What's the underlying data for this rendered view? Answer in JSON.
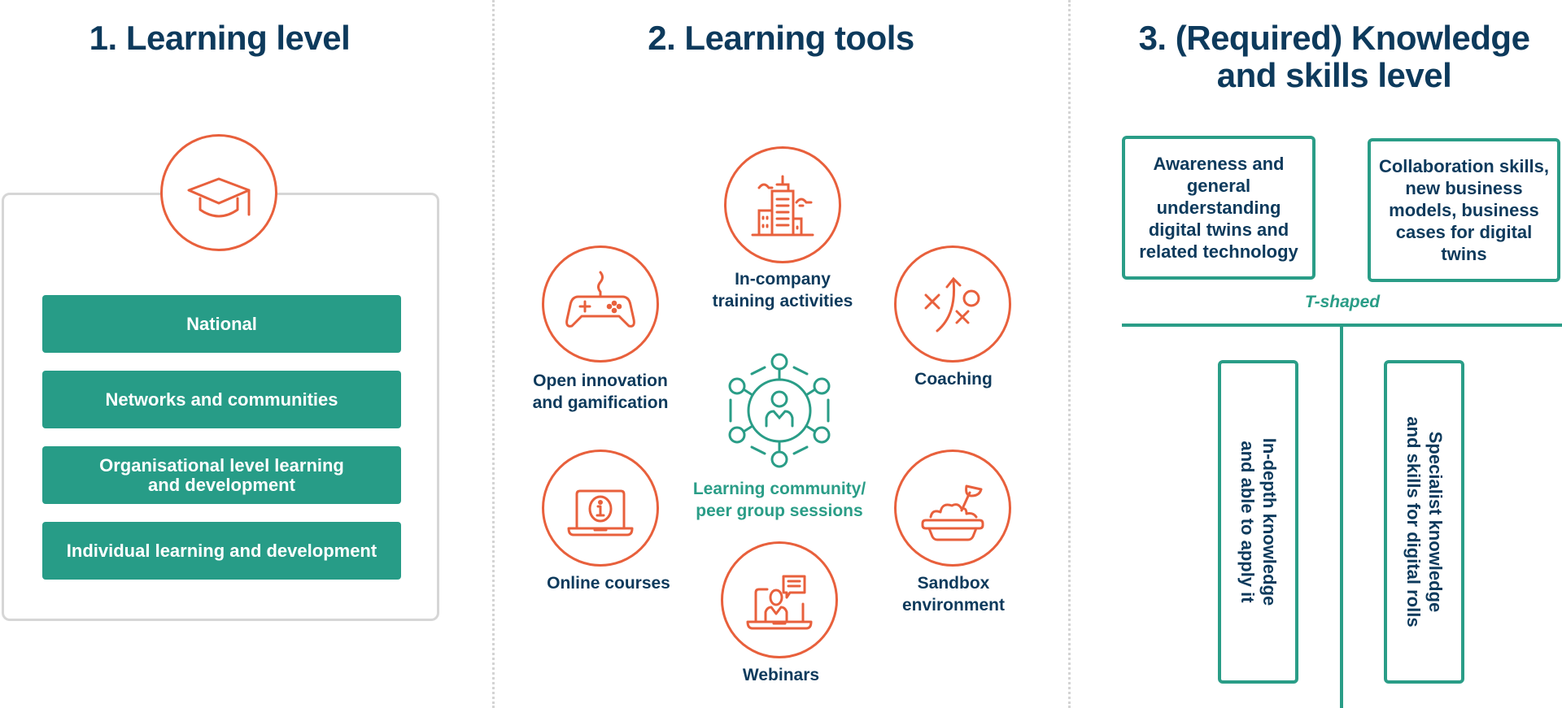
{
  "colors": {
    "navy": "#0d3a5c",
    "teal": "#279c87",
    "orange": "#e8603c",
    "panel_border": "#d6d6d6",
    "divider": "#d4d4d4"
  },
  "section1": {
    "title": "1. Learning level",
    "icon": "graduation-cap-icon",
    "levels": [
      "National",
      "Networks and communities",
      "Organisational level learning\nand development",
      "Individual learning and development"
    ]
  },
  "section2": {
    "title": "2. Learning tools",
    "tools": [
      {
        "label": "In-company\ntraining activities",
        "icon": "office-building-icon"
      },
      {
        "label": "Open innovation\nand gamification",
        "icon": "game-controller-icon"
      },
      {
        "label": "Coaching",
        "icon": "strategy-play-icon"
      },
      {
        "label": "Learning community/\npeer group sessions",
        "icon": "network-people-icon"
      },
      {
        "label": "Online courses",
        "icon": "laptop-info-icon"
      },
      {
        "label": "Sandbox\nenvironment",
        "icon": "sandbox-shovel-icon"
      },
      {
        "label": "Webinars",
        "icon": "video-presenter-icon"
      }
    ]
  },
  "section3": {
    "title": "3. (Required) Knowledge\nand skills level",
    "top_boxes": [
      "Awareness and\ngeneral\nunderstanding\ndigital twins and\nrelated technology",
      "Collaboration skills,\nnew business\nmodels, business\ncases for digital\ntwins"
    ],
    "t_label": "T-shaped",
    "vertical_boxes": [
      "In-depth knowledge\nand able to apply it",
      "Specialist knowledge\nand skills for digital rolls"
    ]
  }
}
